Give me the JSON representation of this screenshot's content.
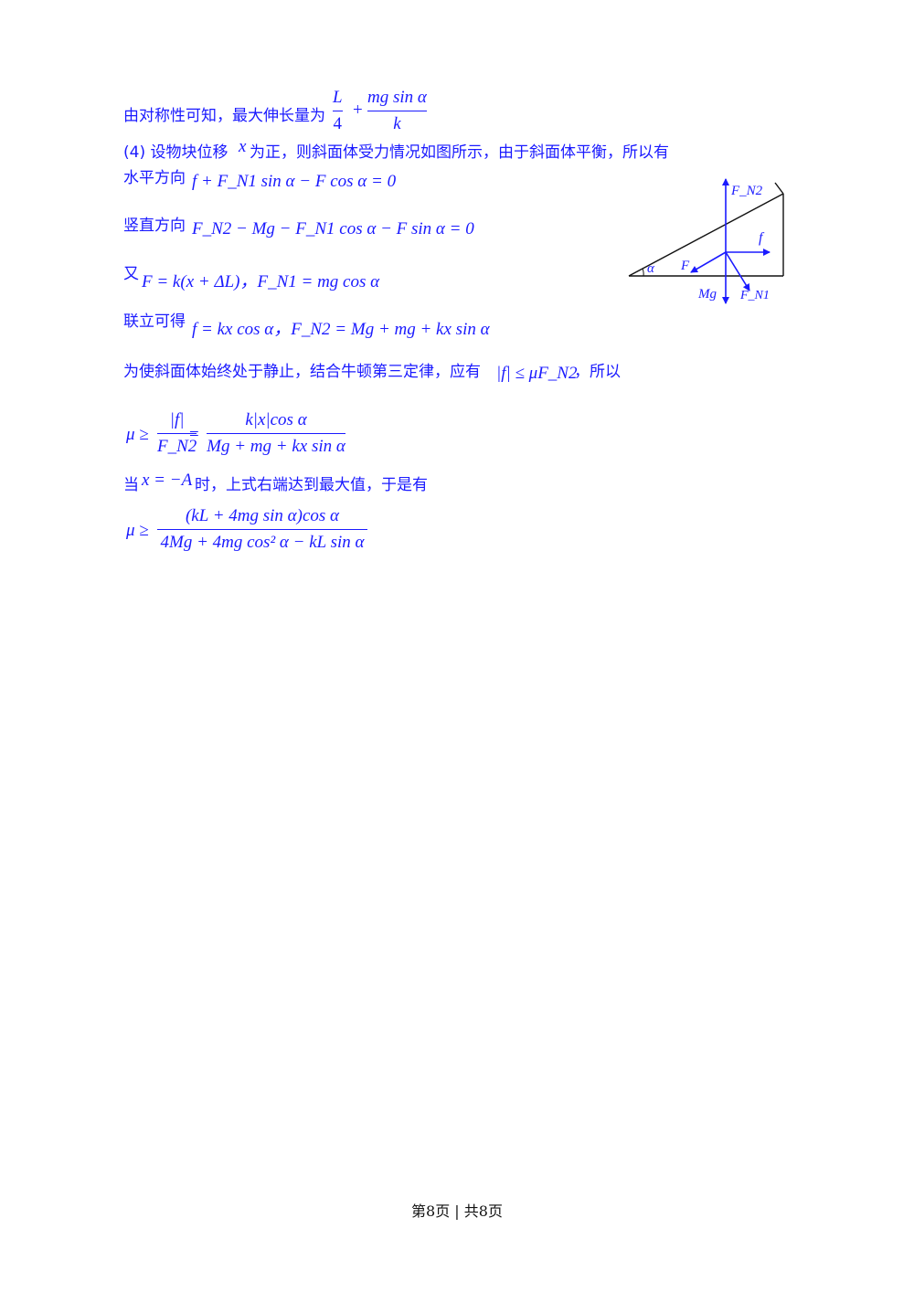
{
  "lines": {
    "l1_text": "由对称性可知，最大伸长量为",
    "l1_f1_num": "L",
    "l1_f1_den": "4",
    "l1_plus": "+",
    "l1_f2_num": "mg sin α",
    "l1_f2_den": "k",
    "l2_a": "(4) 设物块位移",
    "l2_x": "x",
    "l2_b": "为正，则斜面体受力情况如图所示，由于斜面体平衡，所以有",
    "l3_text": "水平方向",
    "l3_eq": "f + F_N1 sin α − F cos α = 0",
    "l4_text": "竖直方向",
    "l4_eq": "F_N2 − Mg − F_N1 cos α − F sin α = 0",
    "l5_text": "又",
    "l5_eq": "F = k(x + ΔL)，F_N1 = mg cos α",
    "l6_text": "联立可得",
    "l6_eq": "f = kx cos α，F_N2 = Mg + mg + kx sin α",
    "l7_text": "为使斜面体始终处于静止，结合牛顿第三定律，应有",
    "l7_eq": "|f| ≤ μF_N2",
    "l7_tail": "，所以",
    "l8_mu": "μ ≥",
    "l8_f1_num": "|f|",
    "l8_f1_den": "F_N2",
    "l8_eq": "=",
    "l8_f2_num": "k|x|cos α",
    "l8_f2_den": "Mg + mg + kx sin α",
    "l9_a": "当",
    "l9_eq": "x = −A",
    "l9_b": "时，上式右端达到最大值，于是有",
    "l10_mu": "μ ≥",
    "l10_num": "(kL + 4mg sin α)cos α",
    "l10_den": "4Mg + 4mg cos² α − kL sin α"
  },
  "diagram": {
    "label_fn2": "F_N2",
    "label_f": "f",
    "label_F": "F",
    "label_alpha": "α",
    "label_mg": "Mg",
    "label_fn1": "F_N1",
    "color": "#1a1aff"
  },
  "footer": {
    "page": "第8页 | 共8页"
  }
}
